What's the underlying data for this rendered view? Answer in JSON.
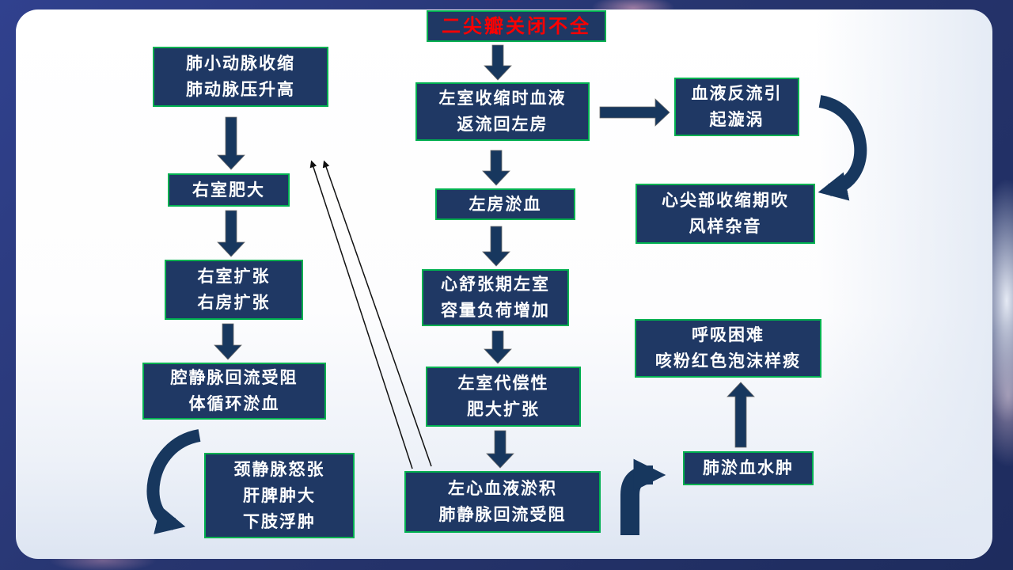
{
  "slide": {
    "type": "flowchart",
    "title": "二尖瓣关闭不全"
  },
  "nodes": {
    "title": {
      "lines": [
        "二尖瓣关闭不全"
      ]
    },
    "pulm": {
      "lines": [
        "肺小动脉收缩",
        "肺动脉压升高"
      ]
    },
    "lvsys": {
      "lines": [
        "左室收缩时血液",
        "返流回左房"
      ]
    },
    "regurg": {
      "lines": [
        "血液反流引",
        "起漩涡"
      ]
    },
    "rvh": {
      "lines": [
        "右室肥大"
      ]
    },
    "lacong": {
      "lines": [
        "左房淤血"
      ]
    },
    "murmur": {
      "lines": [
        "心尖部收缩期吹",
        "风样杂音"
      ]
    },
    "rvd": {
      "lines": [
        "右室扩张",
        "右房扩张"
      ]
    },
    "diast": {
      "lines": [
        "心舒张期左室",
        "容量负荷增加"
      ]
    },
    "vena": {
      "lines": [
        "腔静脉回流受阻",
        "体循环淤血"
      ]
    },
    "lvcomp": {
      "lines": [
        "左室代偿性",
        "肥大扩张"
      ]
    },
    "dysp": {
      "lines": [
        "呼吸困难",
        "咳粉红色泡沫样痰"
      ]
    },
    "jug": {
      "lines": [
        "颈静脉怒张",
        "肝脾肿大",
        "下肢浮肿"
      ]
    },
    "stasis": {
      "lines": [
        "左心血液淤积",
        "肺静脉回流受阻"
      ]
    },
    "edema": {
      "lines": [
        "肺淤血水肿"
      ]
    }
  },
  "colors": {
    "box_fill": "#1F3864",
    "box_border": "#00B050",
    "title_text": "#FE0000",
    "body_text": "#FFFFFF",
    "arrow": "#17375E",
    "thin_arrow": "#111111",
    "frame": "#27356F"
  }
}
